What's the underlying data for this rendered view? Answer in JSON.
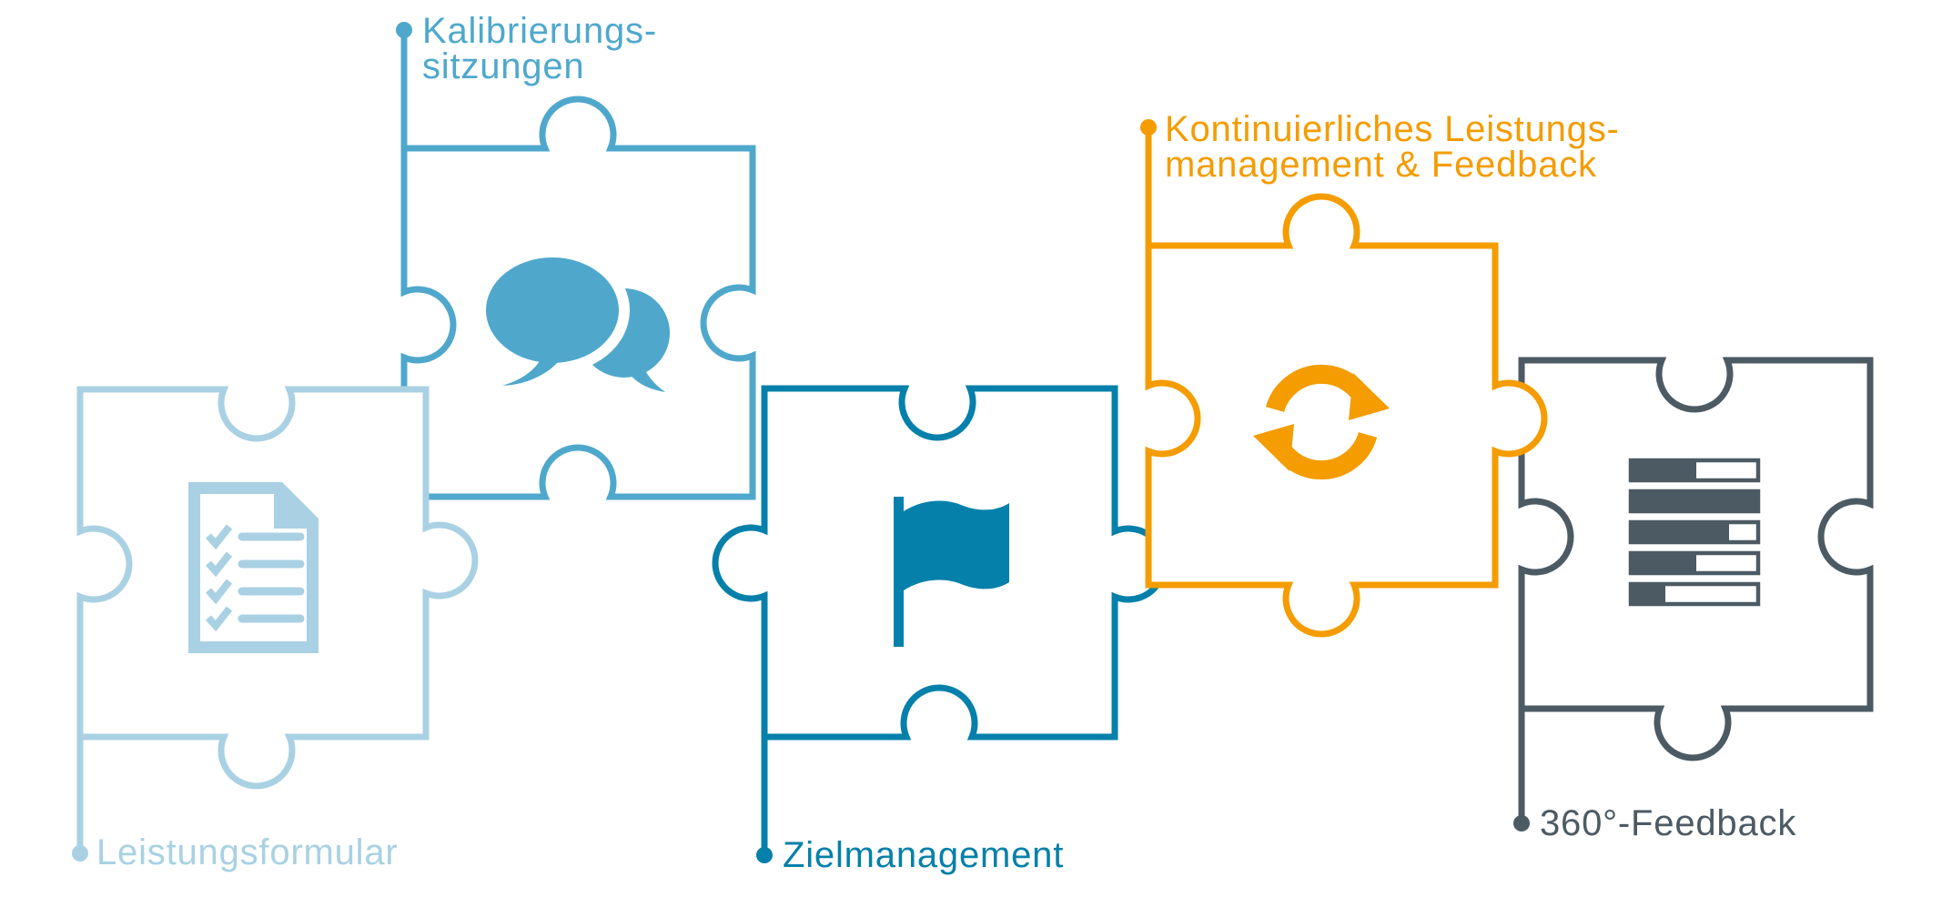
{
  "diagram": {
    "background_color": "#ffffff",
    "description_labels_present": 5,
    "pieces": [
      {
        "name": "leistungsformular",
        "label": "Leistungsformular",
        "color": "#a9d1e3",
        "icon": "checklist-document-icon",
        "icon_detail": "document with folded corner, 4 checkmark rows"
      },
      {
        "name": "kalibrierungssitzungen",
        "label_line1": "Kalibrierungs-",
        "label_line2": "sitzungen",
        "color": "#4fa8cc",
        "icon": "speech-bubbles-icon",
        "icon_detail": "two overlapping chat bubbles"
      },
      {
        "name": "zielmanagement",
        "label": "Zielmanagement",
        "color": "#0580aa",
        "icon": "flag-icon",
        "icon_detail": "waving flag on pole"
      },
      {
        "name": "kontinuierliches-leistungsmanagement",
        "label_line1": "Kontinuierliches Leistungs-",
        "label_line2": "management & Feedback",
        "color": "#f49c00",
        "icon": "sync-arrows-icon",
        "icon_detail": "circular refresh arrows"
      },
      {
        "name": "feedback-360",
        "label": "360°-Feedback",
        "color": "#4c5a64",
        "icon": "survey-bars-icon",
        "icon_detail": "five horizontal progress bars",
        "bars_fill_percent": [
          50,
          100,
          77,
          50,
          27
        ]
      }
    ]
  }
}
